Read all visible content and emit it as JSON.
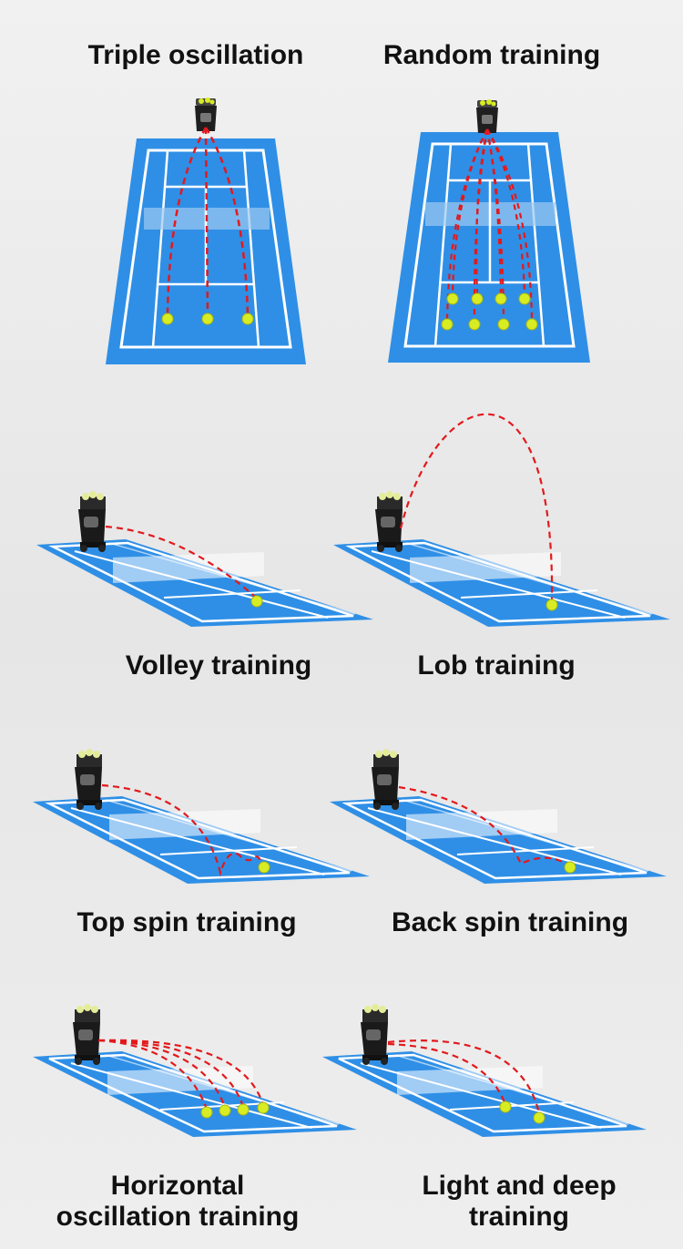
{
  "colors": {
    "court": "#2f8fe6",
    "court_dark": "#1d7ed6",
    "lines": "#ffffff",
    "trajectory": "#e3191c",
    "ball": "#d8ec23",
    "machine": "#1f1f1f",
    "background": "#ececec"
  },
  "panels": [
    {
      "id": "triple-oscillation",
      "label": "Triple oscillation"
    },
    {
      "id": "random-training",
      "label": "Random training"
    },
    {
      "id": "volley-training",
      "label": "Volley training"
    },
    {
      "id": "lob-training",
      "label": "Lob training"
    },
    {
      "id": "top-spin-training",
      "label": "Top spin training"
    },
    {
      "id": "back-spin-training",
      "label": "Back spin training"
    },
    {
      "id": "horizontal-oscillation-training",
      "label_line1": "Horizontal",
      "label_line2": "oscillation training"
    },
    {
      "id": "light-and-deep-training",
      "label_line1": "Light and deep",
      "label_line2": "training"
    }
  ]
}
